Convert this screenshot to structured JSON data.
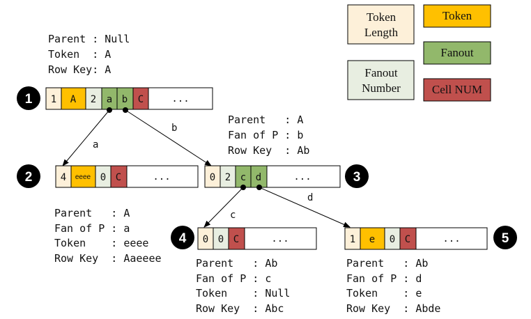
{
  "colors": {
    "token_length": "#fdf0d9",
    "token": "#ffc000",
    "fanout": "#92b86b",
    "fanout_number": "#e8eee1",
    "cell_num": "#c0504d",
    "marker": "#000000",
    "border": "#000000"
  },
  "legend": {
    "token_length": [
      "Token",
      "Length"
    ],
    "token": "Token",
    "fanout": "Fanout",
    "fanout_number": [
      "Fanout",
      "Number"
    ],
    "cell_num": "Cell NUM"
  },
  "nodes": [
    {
      "id": "1",
      "info": [
        "Parent : Null",
        "Token  : A",
        "Row Key: A"
      ],
      "cells": [
        "1",
        "A",
        "2",
        "a",
        "b",
        "C",
        "..."
      ]
    },
    {
      "id": "2",
      "info": [
        "Parent   : A",
        "Fan of P : a",
        "Token    : eeee",
        "Row Key  : Aaeeee"
      ],
      "cells": [
        "4",
        "eeee",
        "0",
        "C",
        "..."
      ]
    },
    {
      "id": "3",
      "info": [
        "Parent   : A",
        "Fan of P : b",
        "Row Key  : Ab"
      ],
      "cells": [
        "0",
        "2",
        "c",
        "d",
        "..."
      ]
    },
    {
      "id": "4",
      "info": [
        "Parent   : Ab",
        "Fan of P : c",
        "Token    : Null",
        "Row Key  : Abc"
      ],
      "cells": [
        "0",
        "0",
        "C",
        "..."
      ]
    },
    {
      "id": "5",
      "info": [
        "Parent   : Ab",
        "Fan of P : d",
        "Token    : e",
        "Row Key  : Abde"
      ],
      "cells": [
        "1",
        "e",
        "0",
        "C",
        "..."
      ]
    }
  ],
  "edges": [
    {
      "label": "a"
    },
    {
      "label": "b"
    },
    {
      "label": "c"
    },
    {
      "label": "d"
    }
  ]
}
